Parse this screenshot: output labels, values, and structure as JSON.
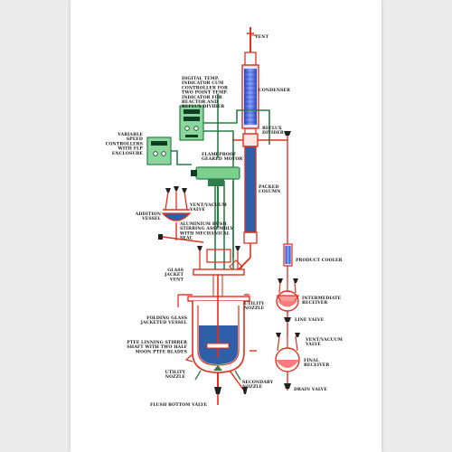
{
  "diagram": {
    "colors": {
      "glass": "#e0301e",
      "structure": "#2e7d4a",
      "liquid": "#2f5fa8",
      "receiver_liquid": "#ff7a7a",
      "coil": "#3c5fd0",
      "label": "#1a1a1a"
    },
    "labels": {
      "vent": "VENT",
      "digital_temp": "DIGITAL TEMP.\nINDICATOR CUM\nCONTROLLER FOR\nTWO POINT TEMP.\nINDICATOR FOR\nREACTOR AND\nREFLUX DIVIDER",
      "condenser": "CONDENSER",
      "variable_speed": "VARIABLE\nSPEED\nCONTROLLERS\nWITH FLP\nENCLOSURE",
      "reflux_divider": "REFLUX\nDIVIDER",
      "flameproof_motor": "FLAMEPROOF\nGEARED MOTOR",
      "packed_column": "PACKED\nCOLUMN",
      "vent_vacuum_valve_top": "VENT/VACUUM\nVALVE",
      "addition_vessel": "ADDITION\nVESSEL",
      "aluminium_bush": "ALUMINIUM BUSH\nSTIRRING ASSEMBLY\nWITH MECHANICAL\nSEAL",
      "product_cooler": "PRODUCT COOLER",
      "glass_jacket_vent": "GLASS\nJACKET\nVENT",
      "utility_nozzle_top": "UTILITY\nNOZZLE",
      "intermediate_receiver": "INTERMEDIATE\nRECEIVER",
      "folding_glass": "FOLDING GLASS\nJACKETED VESSEL",
      "line_valve": "LINE VALVE",
      "ptfe_stirrer": "PTFE LINNING STIRRER\nSHAFT WITH TWO HALF\nMOON PTFE BLADES",
      "vent_vacuum_valve_right": "VENT/VACUUM\nVALVE",
      "final_receiver": "FINAL\nRECEIVER",
      "utility_nozzle_bottom": "UTILITY\nNOZZLE",
      "secondary_nozzle": "SECONDARY\nNOZZLE",
      "drain_valve": "DRAIN VALVE",
      "flush_bottom_valve": "FLUSH BOTTOM VALVE"
    }
  }
}
